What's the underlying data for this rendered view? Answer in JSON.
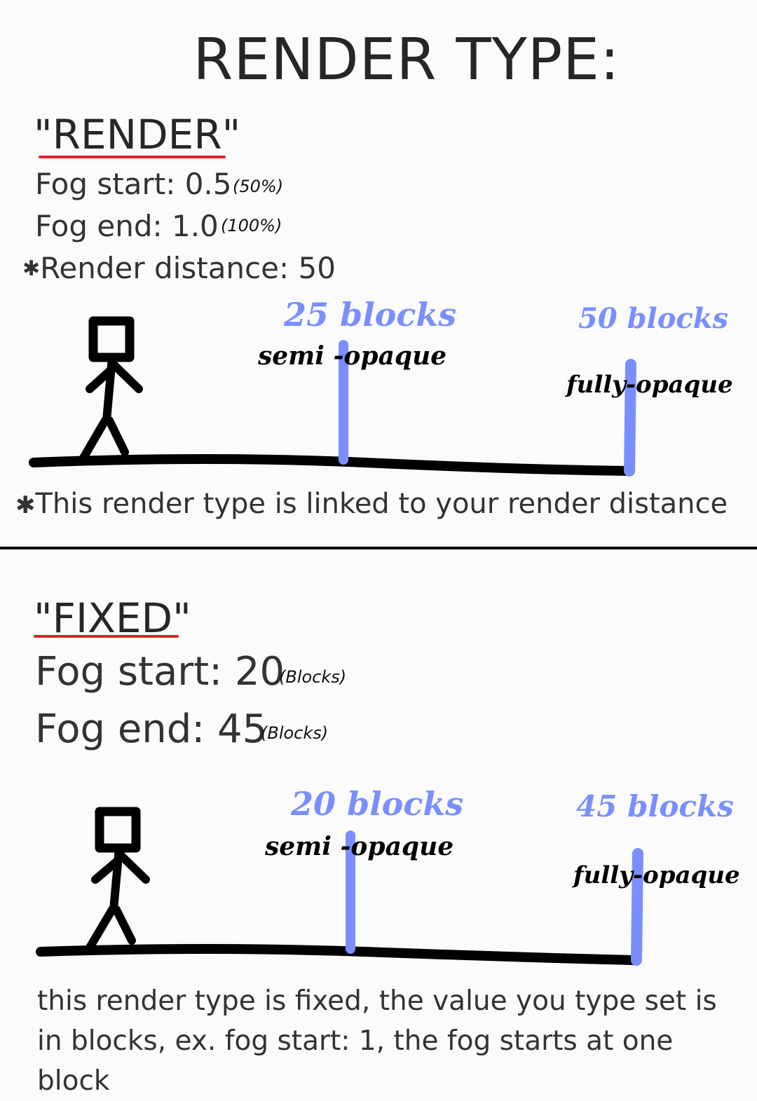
{
  "title": "RENDER TYPE:",
  "colors": {
    "accent_red": "#e0202a",
    "marker_blue": "#7a8fff",
    "ink": "#000000"
  },
  "render": {
    "heading": "\"RENDER\"",
    "fog_start": "Fog start: 0.5",
    "fog_start_note": "(50%)",
    "fog_end": "Fog end: 1.0",
    "fog_end_note": "(100%)",
    "asterisk": "✱",
    "render_distance": "Render distance: 50",
    "marker1_label": "25 blocks",
    "marker1_caption": "semi -opaque",
    "marker2_label": "50 blocks",
    "marker2_caption": "fully-opaque",
    "footnote": "This render type is linked to your render distance"
  },
  "fixed": {
    "heading": "\"FIXED\"",
    "fog_start": "Fog start: 20",
    "fog_start_note": "(Blocks)",
    "fog_end": "Fog end: 45",
    "fog_end_note": "(Blocks)",
    "marker1_label": "20 blocks",
    "marker1_caption": "semi -opaque",
    "marker2_label": "45 blocks",
    "marker2_caption": "fully-opaque",
    "footnote": "this render type is fixed, the value you type set is in blocks, ex. fog start: 1, the fog starts at one block"
  }
}
